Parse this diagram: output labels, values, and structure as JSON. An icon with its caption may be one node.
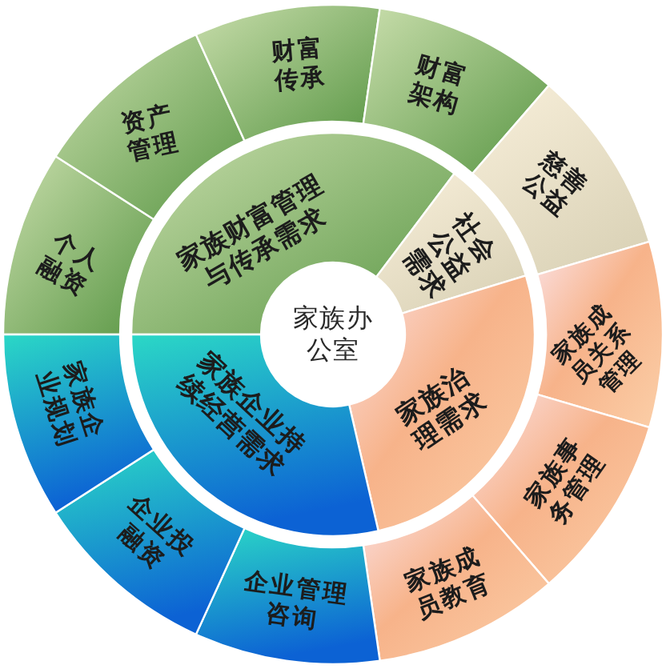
{
  "diagram": {
    "nodes": [
      {
        "text": [
          "家族办公室"
        ]
      },
      {
        "text": [
          "家族财富管理与传承需求"
        ]
      },
      {
        "text": [
          "社会公益需求"
        ]
      },
      {
        "text": [
          "家族治理需求"
        ]
      },
      {
        "text": [
          "家族企业持续经营需求"
        ]
      },
      {
        "text": [
          "个人融资"
        ]
      },
      {
        "text": [
          "资产管理"
        ]
      },
      {
        "text": [
          "财富传承"
        ]
      },
      {
        "text": [
          "财富架构"
        ]
      },
      {
        "text": [
          "慈善公益"
        ]
      },
      {
        "text": [
          "家族成员关系管理"
        ]
      },
      {
        "text": [
          "家族事务管理"
        ]
      },
      {
        "text": [
          "家族成员教育"
        ]
      },
      {
        "text": [
          "企业管理咨询"
        ]
      },
      {
        "text": [
          "企业投融资"
        ]
      },
      {
        "text": [
          "家族企业规划"
        ]
      }
    ]
  }
}
